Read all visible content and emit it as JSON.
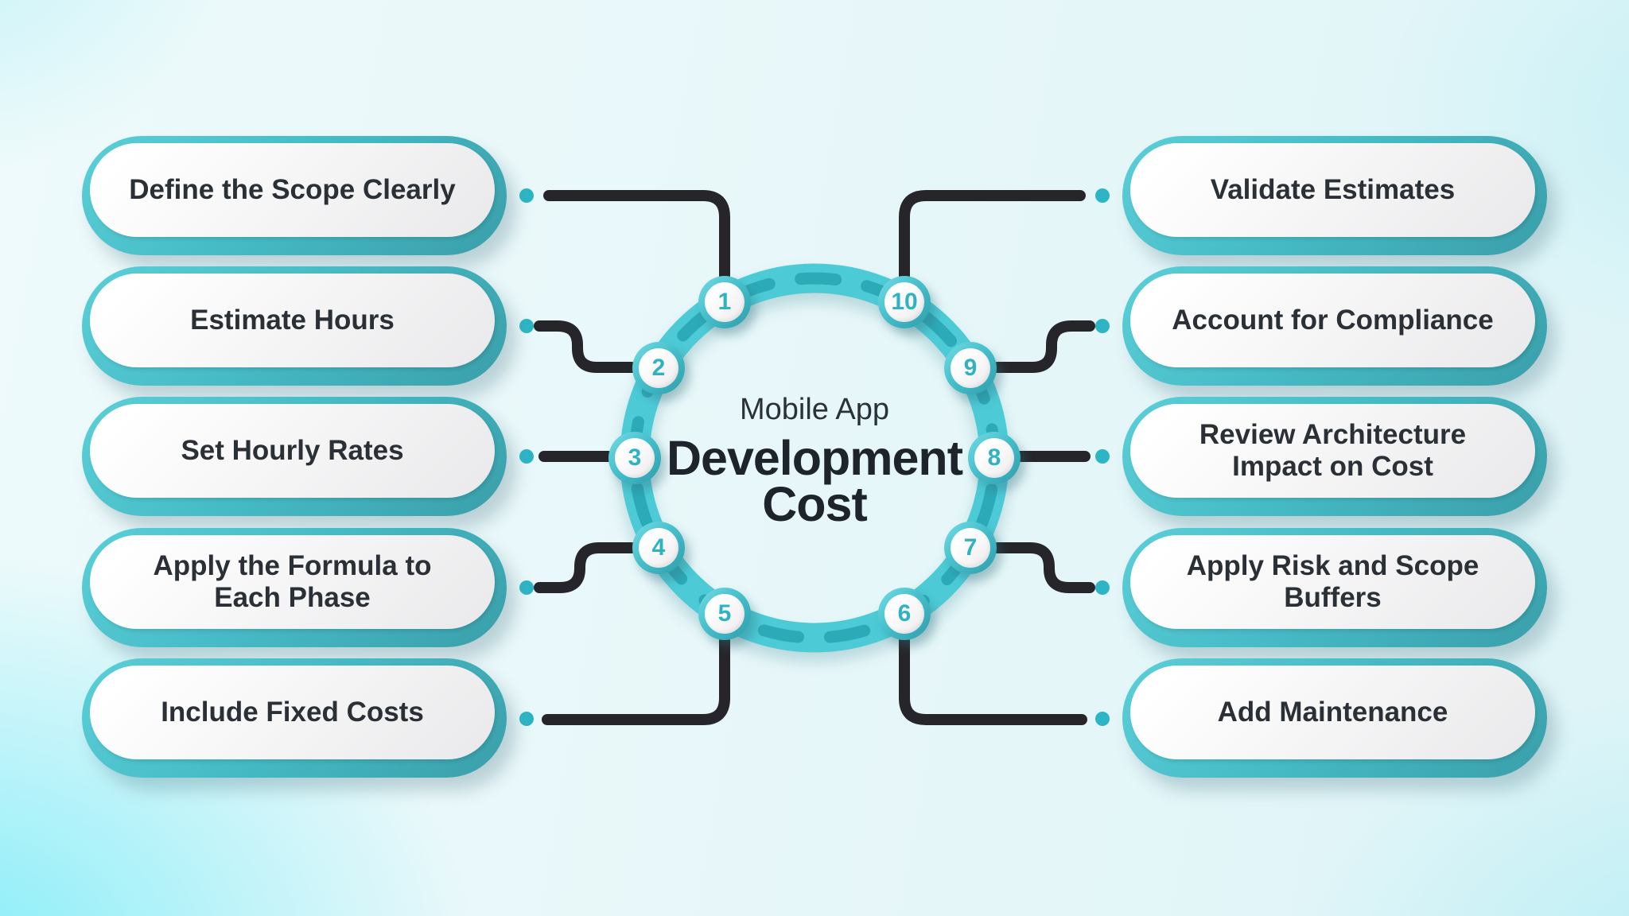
{
  "title": {
    "eyebrow": "Mobile App",
    "line1": "Development",
    "line2": "Cost"
  },
  "steps": [
    {
      "number": "1",
      "label": "Define the Scope Clearly",
      "side": "left"
    },
    {
      "number": "2",
      "label": "Estimate Hours",
      "side": "left"
    },
    {
      "number": "3",
      "label": "Set Hourly Rates",
      "side": "left"
    },
    {
      "number": "4",
      "label": "Apply the Formula to Each Phase",
      "side": "left"
    },
    {
      "number": "5",
      "label": "Include Fixed Costs",
      "side": "left"
    },
    {
      "number": "6",
      "label": "Add Maintenance",
      "side": "right"
    },
    {
      "number": "7",
      "label": "Apply Risk and Scope Buffers",
      "side": "right"
    },
    {
      "number": "8",
      "label": "Review Architecture Impact on Cost",
      "side": "right"
    },
    {
      "number": "9",
      "label": "Account for Compliance",
      "side": "right"
    },
    {
      "number": "10",
      "label": "Validate Estimates",
      "side": "right"
    }
  ],
  "colors": {
    "ring_band": "#4ccbd7",
    "ring_dashes": "#2aa6b5",
    "connector": "#26262a",
    "dot": "#2db5c5",
    "pill_border": "#3fb0ba",
    "badge_number": "#2fb3c3",
    "title_text": "#1e242c",
    "background_cyan": "#9ef1f8"
  }
}
